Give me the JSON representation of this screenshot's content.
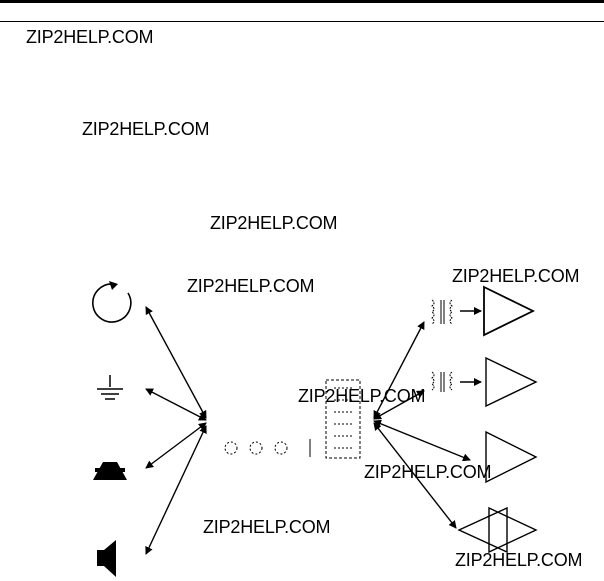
{
  "watermarks": [
    "ZIP2HELP.COM",
    "ZIP2HELP.COM",
    "ZIP2HELP.COM",
    "ZIP2HELP.COM",
    "ZIP2HELP.COM",
    "ZIP2HELP.COM",
    "ZIP2HELP.COM",
    "ZIP2HELP.COM",
    "ZIP2HELP.COM"
  ],
  "diagram": {
    "left_symbols": [
      "rotation-icon",
      "ground-icon",
      "telephone-icon",
      "speaker-icon"
    ],
    "right_symbols": [
      "transformer-amplifier-icon",
      "transformer-amplifier-icon",
      "amplifier-icon",
      "bidirectional-amplifier-icon"
    ],
    "center": [
      "dotted-circles-icon",
      "terminal-block-icon"
    ]
  }
}
